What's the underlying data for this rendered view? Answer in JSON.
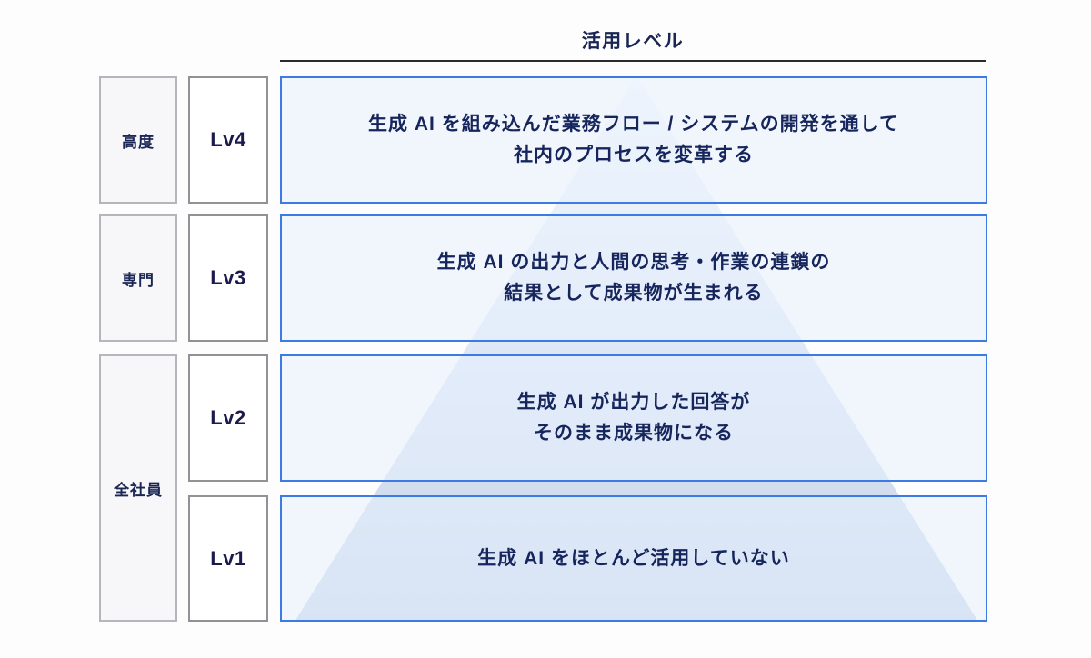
{
  "header": {
    "title": "活用レベル"
  },
  "audience_groups": [
    {
      "key": "advanced",
      "label": "高度"
    },
    {
      "key": "specialist",
      "label": "専門"
    },
    {
      "key": "all-employees",
      "label": "全社員"
    }
  ],
  "levels": [
    {
      "id": "lv4",
      "level_label": "Lv4",
      "audience": "高度",
      "description": "生成 AI を組み込んだ業務フロー / システムの開発を通して\n社内のプロセスを変革する"
    },
    {
      "id": "lv3",
      "level_label": "Lv3",
      "audience": "専門",
      "description": "生成 AI の出力と人間の思考・作業の連鎖の\n結果として成果物が生まれる"
    },
    {
      "id": "lv2",
      "level_label": "Lv2",
      "audience": "全社員",
      "description": "生成 AI が出力した回答が\nそのまま成果物になる"
    },
    {
      "id": "lv1",
      "level_label": "Lv1",
      "audience": "全社員",
      "description": "生成 AI をほとんど活用していない"
    }
  ],
  "colors": {
    "title_text": "#1a2654",
    "title_rule": "#2b2b2b",
    "desc_border": "#3c7ae4",
    "desc_fill": "#e8f0fd",
    "desc_text": "#16255c",
    "level_border": "#919196",
    "level_text": "#1a1a4d",
    "audience_fill": "#f7f6f9",
    "audience_border": "#b5b5bb",
    "pyramid_top": "#eef3fb",
    "pyramid_bottom": "#c7d5ec",
    "background": "#fdfdfd"
  }
}
